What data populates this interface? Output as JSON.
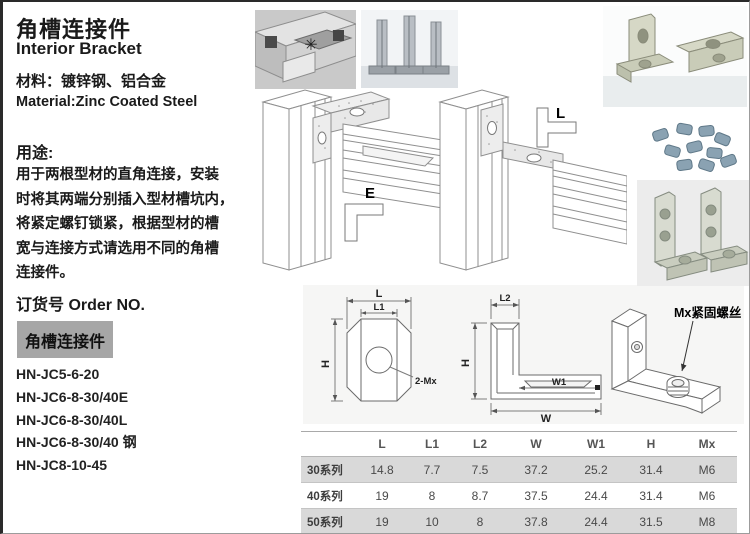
{
  "header": {
    "title_zh": "角槽连接件",
    "title_en": "Interior Bracket",
    "material_zh": "材料：镀锌钢、铝合金",
    "material_en": "Material:Zinc Coated Steel"
  },
  "usage": {
    "heading": "用途:",
    "text": "用于两根型材的直角连接，安装\n时将其两端分别插入型材槽坑内，\n将紧定螺钉锁紧，根据型材的槽\n宽与连接方式请选用不同的角槽\n连接件。"
  },
  "order": {
    "heading": "订货号 Order NO.",
    "category": "角槽连接件",
    "items": [
      "HN-JC5-6-20",
      "HN-JC6-8-30/40E",
      "HN-JC6-8-30/40L",
      "HN-JC6-8-30/40 钢",
      "HN-JC8-10-45"
    ]
  },
  "diagrams": {
    "label_e": "E",
    "label_l": "L",
    "dim_l": "L",
    "dim_l1": "L1",
    "dim_l2": "L2",
    "dim_h": "H",
    "dim_w": "W",
    "dim_w1": "W1",
    "hole_label": "2-Mx",
    "screw_label": "Mx紧固螺丝"
  },
  "spec_table": {
    "headers": [
      "",
      "L",
      "L1",
      "L2",
      "W",
      "W1",
      "H",
      "Mx"
    ],
    "rows": [
      {
        "label": "30系列",
        "values": [
          "14.8",
          "7.7",
          "7.5",
          "37.2",
          "25.2",
          "31.4",
          "M6"
        ]
      },
      {
        "label": "40系列",
        "values": [
          "19",
          "8",
          "8.7",
          "37.5",
          "24.4",
          "31.4",
          "M6"
        ]
      },
      {
        "label": "50系列",
        "values": [
          "19",
          "10",
          "8",
          "37.8",
          "24.4",
          "31.5",
          "M8"
        ]
      }
    ]
  },
  "colors": {
    "category_box": "#a6a6a6",
    "table_shade": "#d9d9d9",
    "panel_bg": "#f6f6f5",
    "zinc_metal": "#d6d8c6",
    "screw_blue": "#8aa2b2"
  }
}
